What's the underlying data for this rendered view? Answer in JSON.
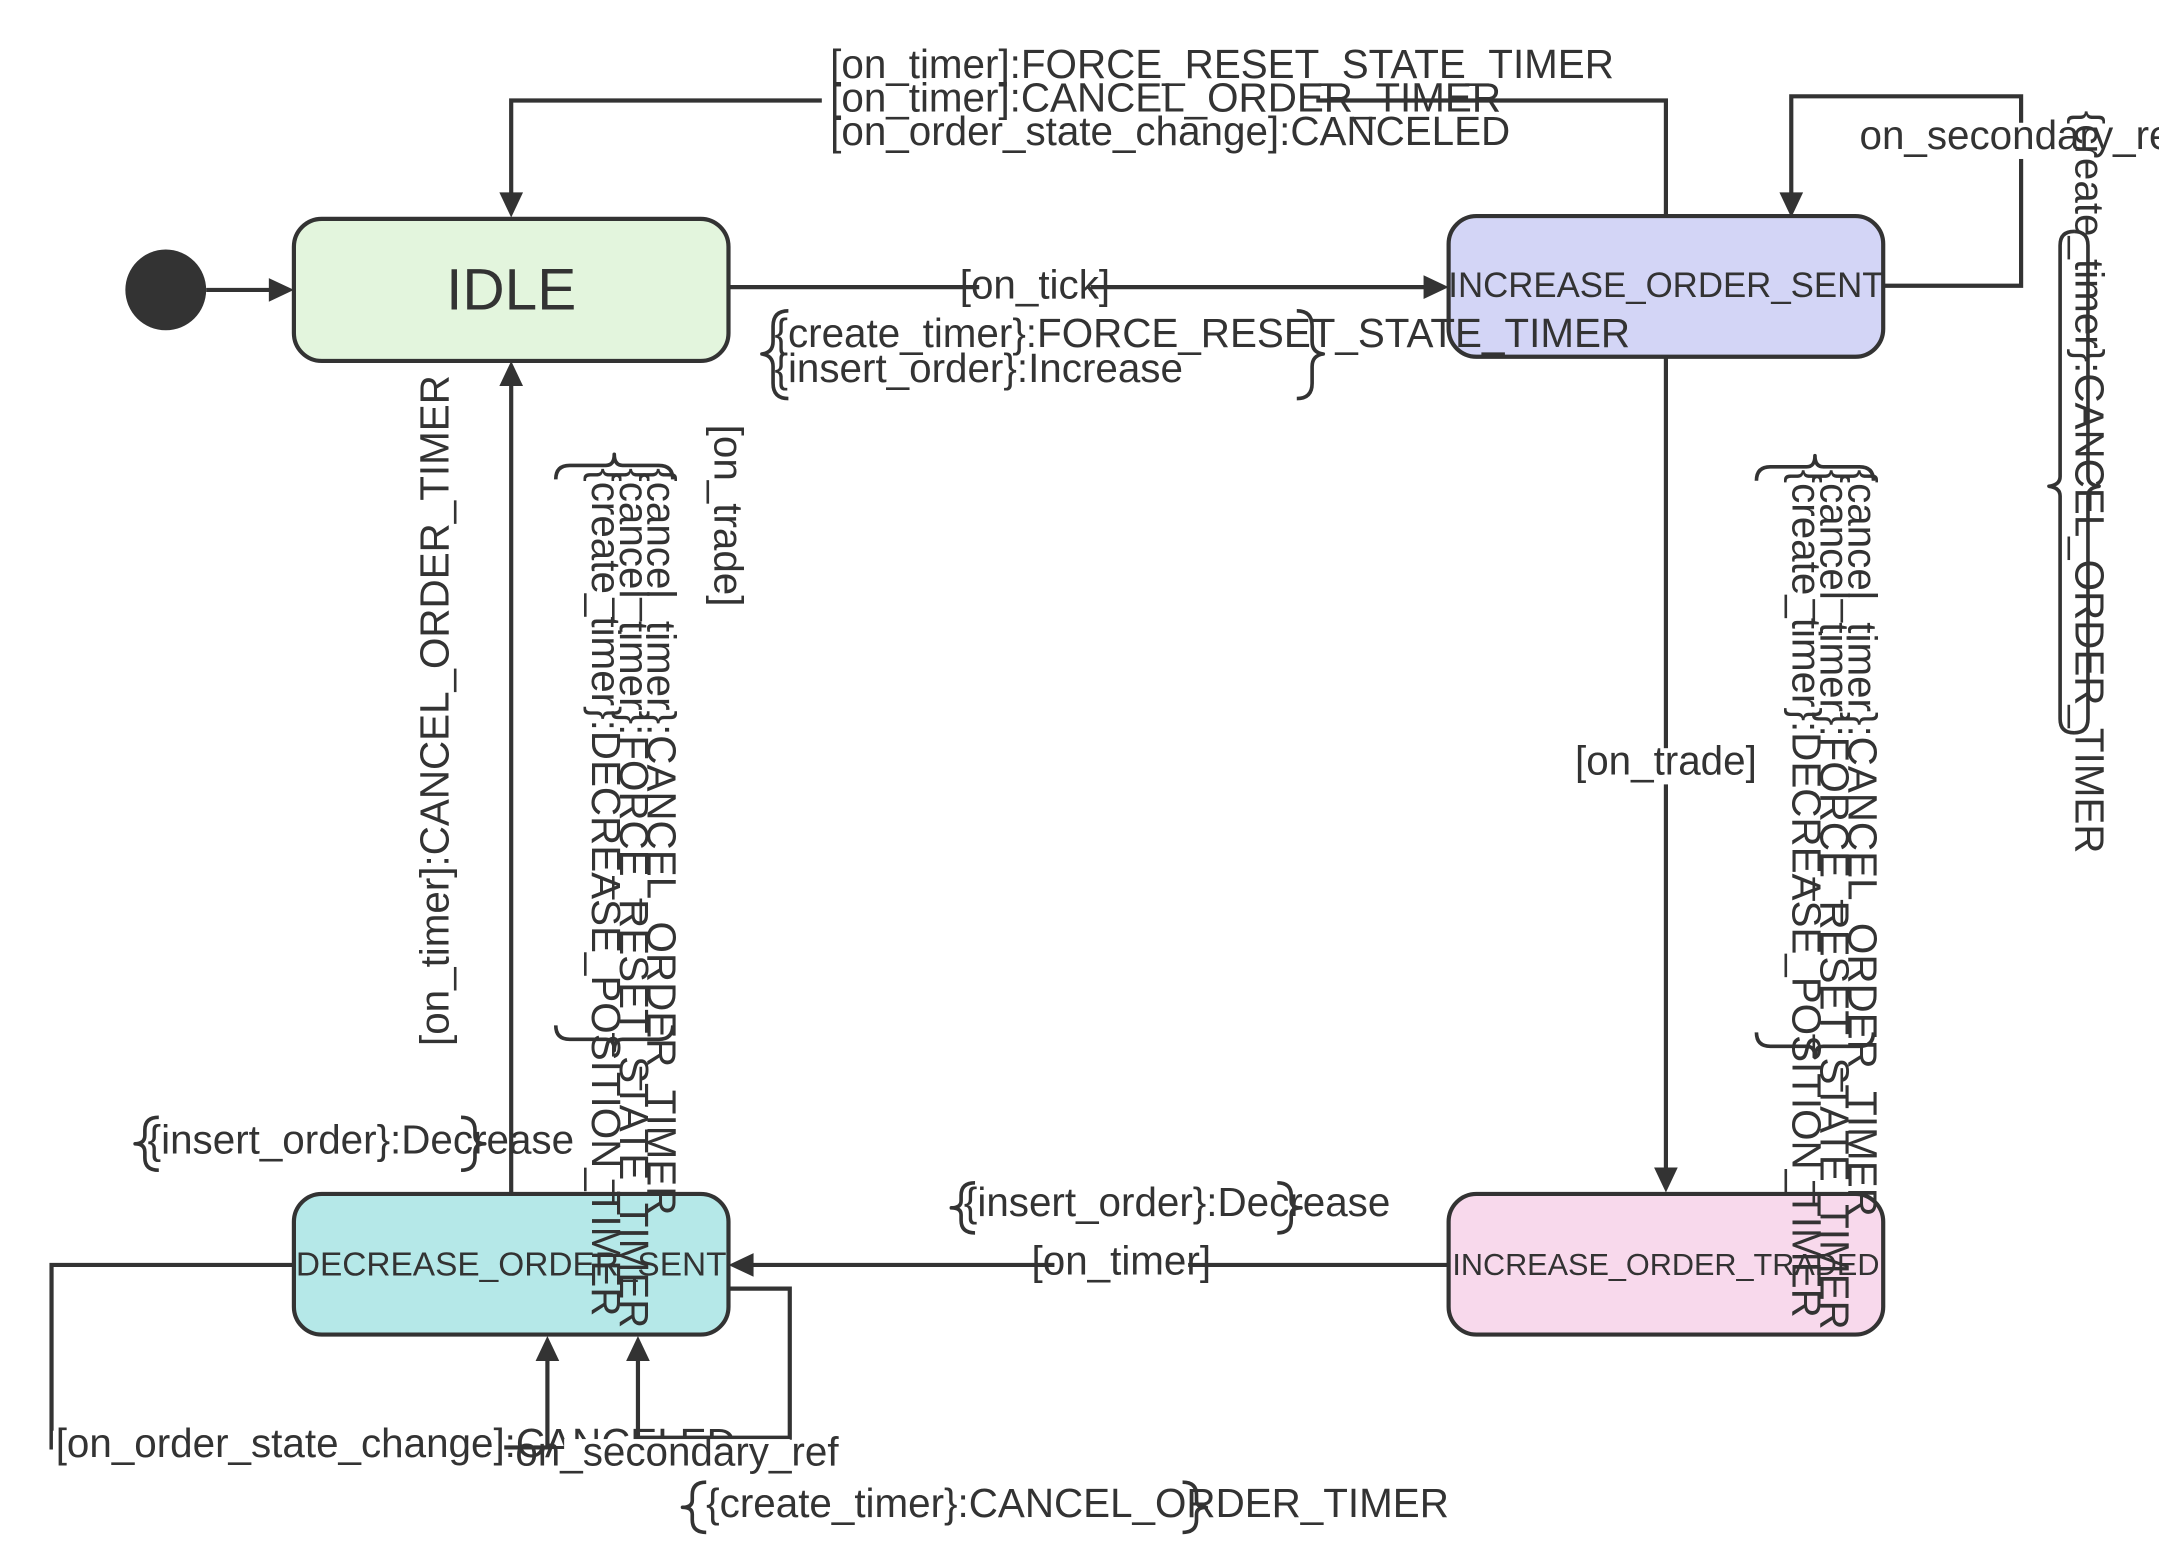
{
  "states": {
    "idle": {
      "label": "IDLE",
      "fill": "#e3f5dd"
    },
    "increase_order_sent": {
      "label": "INCREASE_ORDER_SENT",
      "fill": "#d3d5f6"
    },
    "increase_order_traded": {
      "label": "INCREASE_ORDER_TRADED",
      "fill": "#f8d9ec"
    },
    "decrease_order_sent": {
      "label": "DECREASE_ORDER_SENT",
      "fill": "#b5e8e8"
    }
  },
  "colors": {
    "line": "#333333",
    "initial_node": "#333333",
    "background": "#ffffff"
  },
  "transitions": {
    "idle_to_increase": {
      "trigger": "[on_tick]",
      "actions": [
        "{create_timer}:FORCE_RESET_STATE_TIMER",
        "{insert_order}:Increase"
      ]
    },
    "increase_to_idle": {
      "triggers": [
        "[on_timer]:FORCE_RESET_STATE_TIMER",
        "[on_timer]:CANCEL_ORDER_TIMER",
        "[on_order_state_change]:CANCELED"
      ]
    },
    "increase_self_loop": {
      "trigger": "on_secondary_ref",
      "actions": [
        "{create_timer}:CANCEL_ORDER_TIMER"
      ]
    },
    "increase_to_traded": {
      "trigger": "[on_trade]",
      "actions": [
        "{cancel_timer}:CANCEL_ORDER_TIMER",
        "{cancel_timer}:FORCE_RESET_STATE_TIMER",
        "{create_timer}:DECREASE_POSITION_TIMER"
      ]
    },
    "traded_to_decrease": {
      "trigger": "[on_timer]",
      "actions": [
        "{insert_order}:Decrease"
      ]
    },
    "decrease_to_idle_timer": {
      "trigger": "[on_timer]:CANCEL_ORDER_TIMER",
      "actions": [
        "{insert_order}:Decrease"
      ]
    },
    "decrease_to_idle_trade": {
      "trigger": "[on_trade]",
      "actions": [
        "{cancel_timer}:CANCEL_ORDER_TIMER",
        "{cancel_timer}:FORCE_RESET_STATE_TIMER",
        "{create_timer}:DECREASE_POSITION_TIMER"
      ]
    },
    "decrease_self_loop_canceled": {
      "trigger": "[on_order_state_change]:CANCELED"
    },
    "decrease_self_loop_secondary": {
      "trigger": "on_secondary_ref",
      "actions": [
        "{create_timer}:CANCEL_ORDER_TIMER"
      ]
    }
  }
}
